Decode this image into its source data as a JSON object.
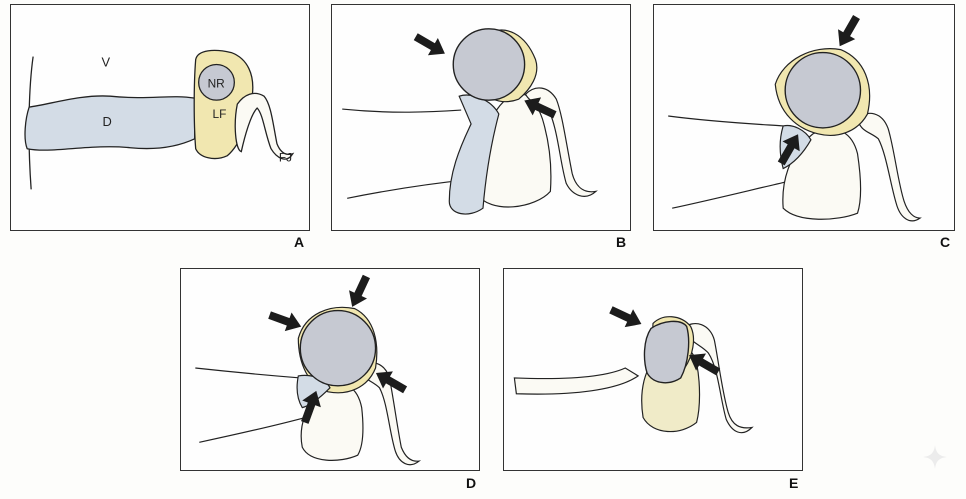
{
  "panels": [
    {
      "id": "A",
      "label": "A",
      "annotations": {
        "ventricle": "V",
        "disc": "D",
        "nerve_root": "NR",
        "ligamentum_flavum": "LF",
        "facet_joint": "FJ"
      }
    },
    {
      "id": "B",
      "label": "B"
    },
    {
      "id": "C",
      "label": "C"
    },
    {
      "id": "D",
      "label": "D"
    },
    {
      "id": "E",
      "label": "E"
    }
  ],
  "colors": {
    "disc": "#d3dce6",
    "nerve": "#c6c9d2",
    "ligament": "#f1e7b0",
    "bone": "#fbfaf4",
    "outline": "#222222",
    "arrow": "#1c1c1c"
  }
}
